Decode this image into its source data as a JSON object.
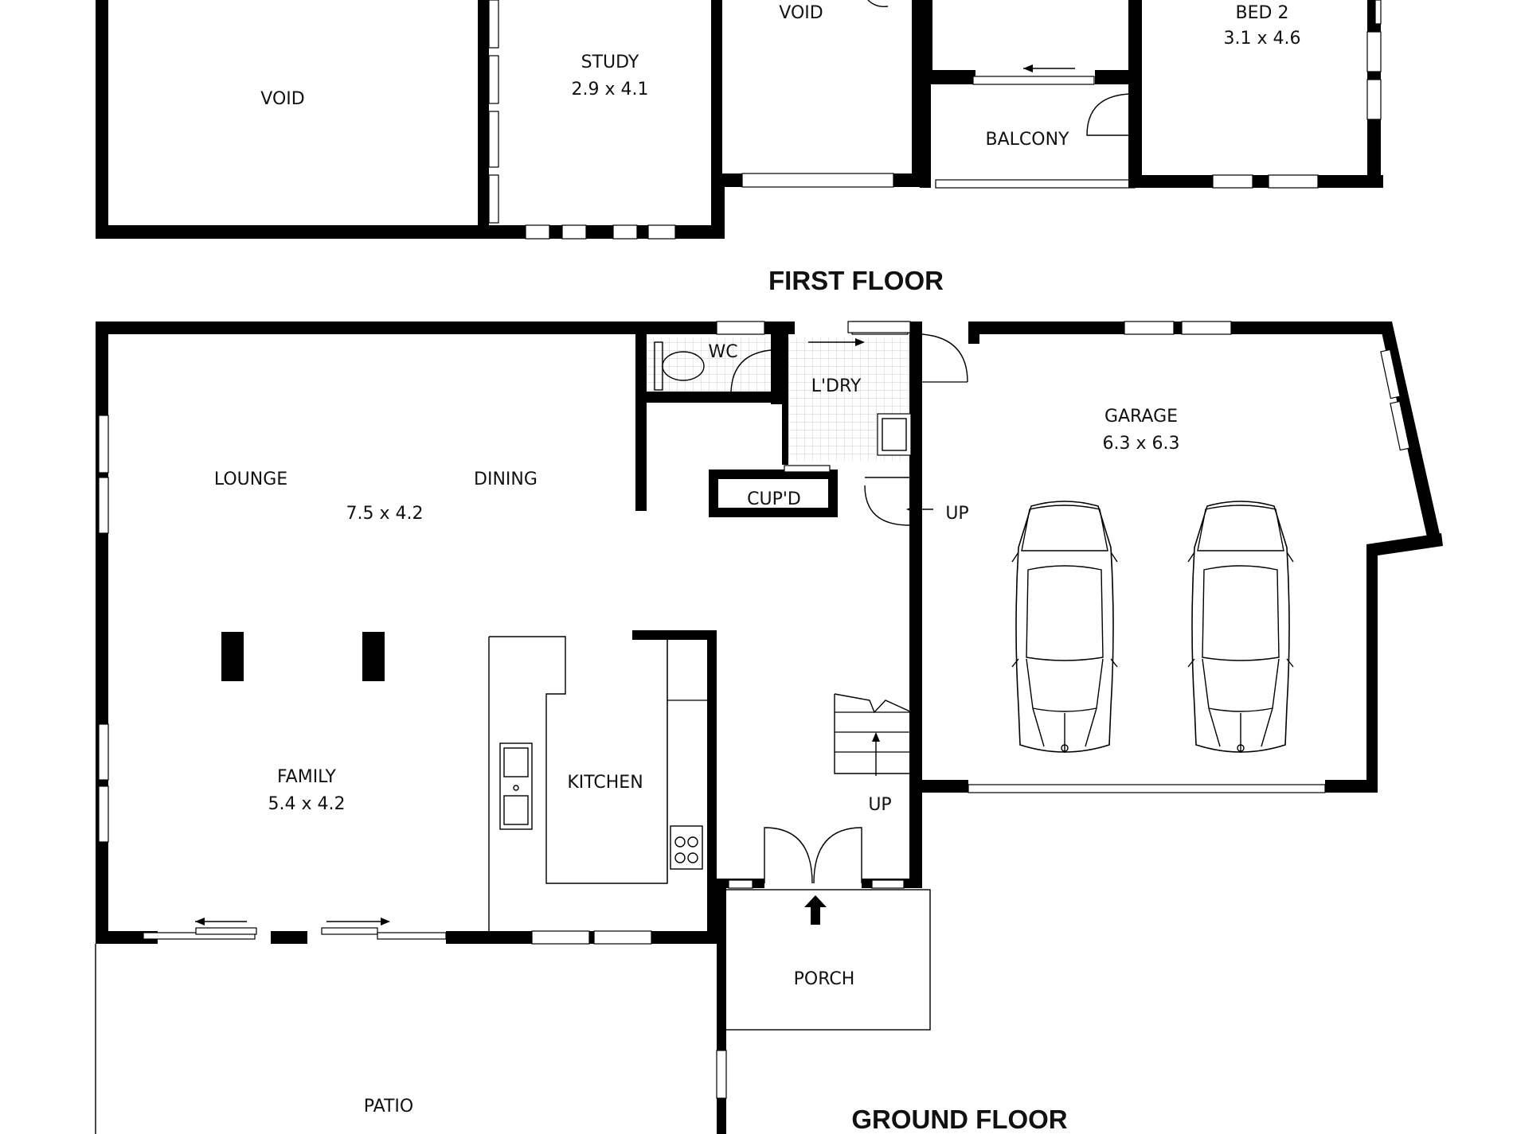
{
  "first_floor": {
    "title": "FIRST FLOOR",
    "rooms": {
      "void_left": "VOID",
      "study_name": "STUDY",
      "study_size": "2.9 x 4.1",
      "void_center": "VOID",
      "bed2_name": "BED 2",
      "bed2_size": "3.1 x 4.6",
      "balcony": "BALCONY"
    }
  },
  "ground_floor": {
    "title": "GROUND FLOOR",
    "rooms": {
      "wc": "WC",
      "laundry": "L'DRY",
      "lounge": "LOUNGE",
      "dining": "DINING",
      "lounge_dining_size": "7.5 x 4.2",
      "cupboard": "CUP'D",
      "up_hall": "UP",
      "up_stair": "UP",
      "garage_name": "GARAGE",
      "garage_size": "6.3 x 6.3",
      "family_name": "FAMILY",
      "family_size": "5.4 x 4.2",
      "kitchen": "KITCHEN",
      "porch": "PORCH",
      "patio": "PATIO"
    }
  },
  "colors": {
    "wall": "#000000",
    "background": "#ffffff",
    "tile": "#d0d0d0"
  },
  "icons": [
    "toilet-icon",
    "sink-icon",
    "cooktop-icon",
    "car-icon",
    "entry-arrow-icon",
    "sliding-door-arrow-icon"
  ]
}
